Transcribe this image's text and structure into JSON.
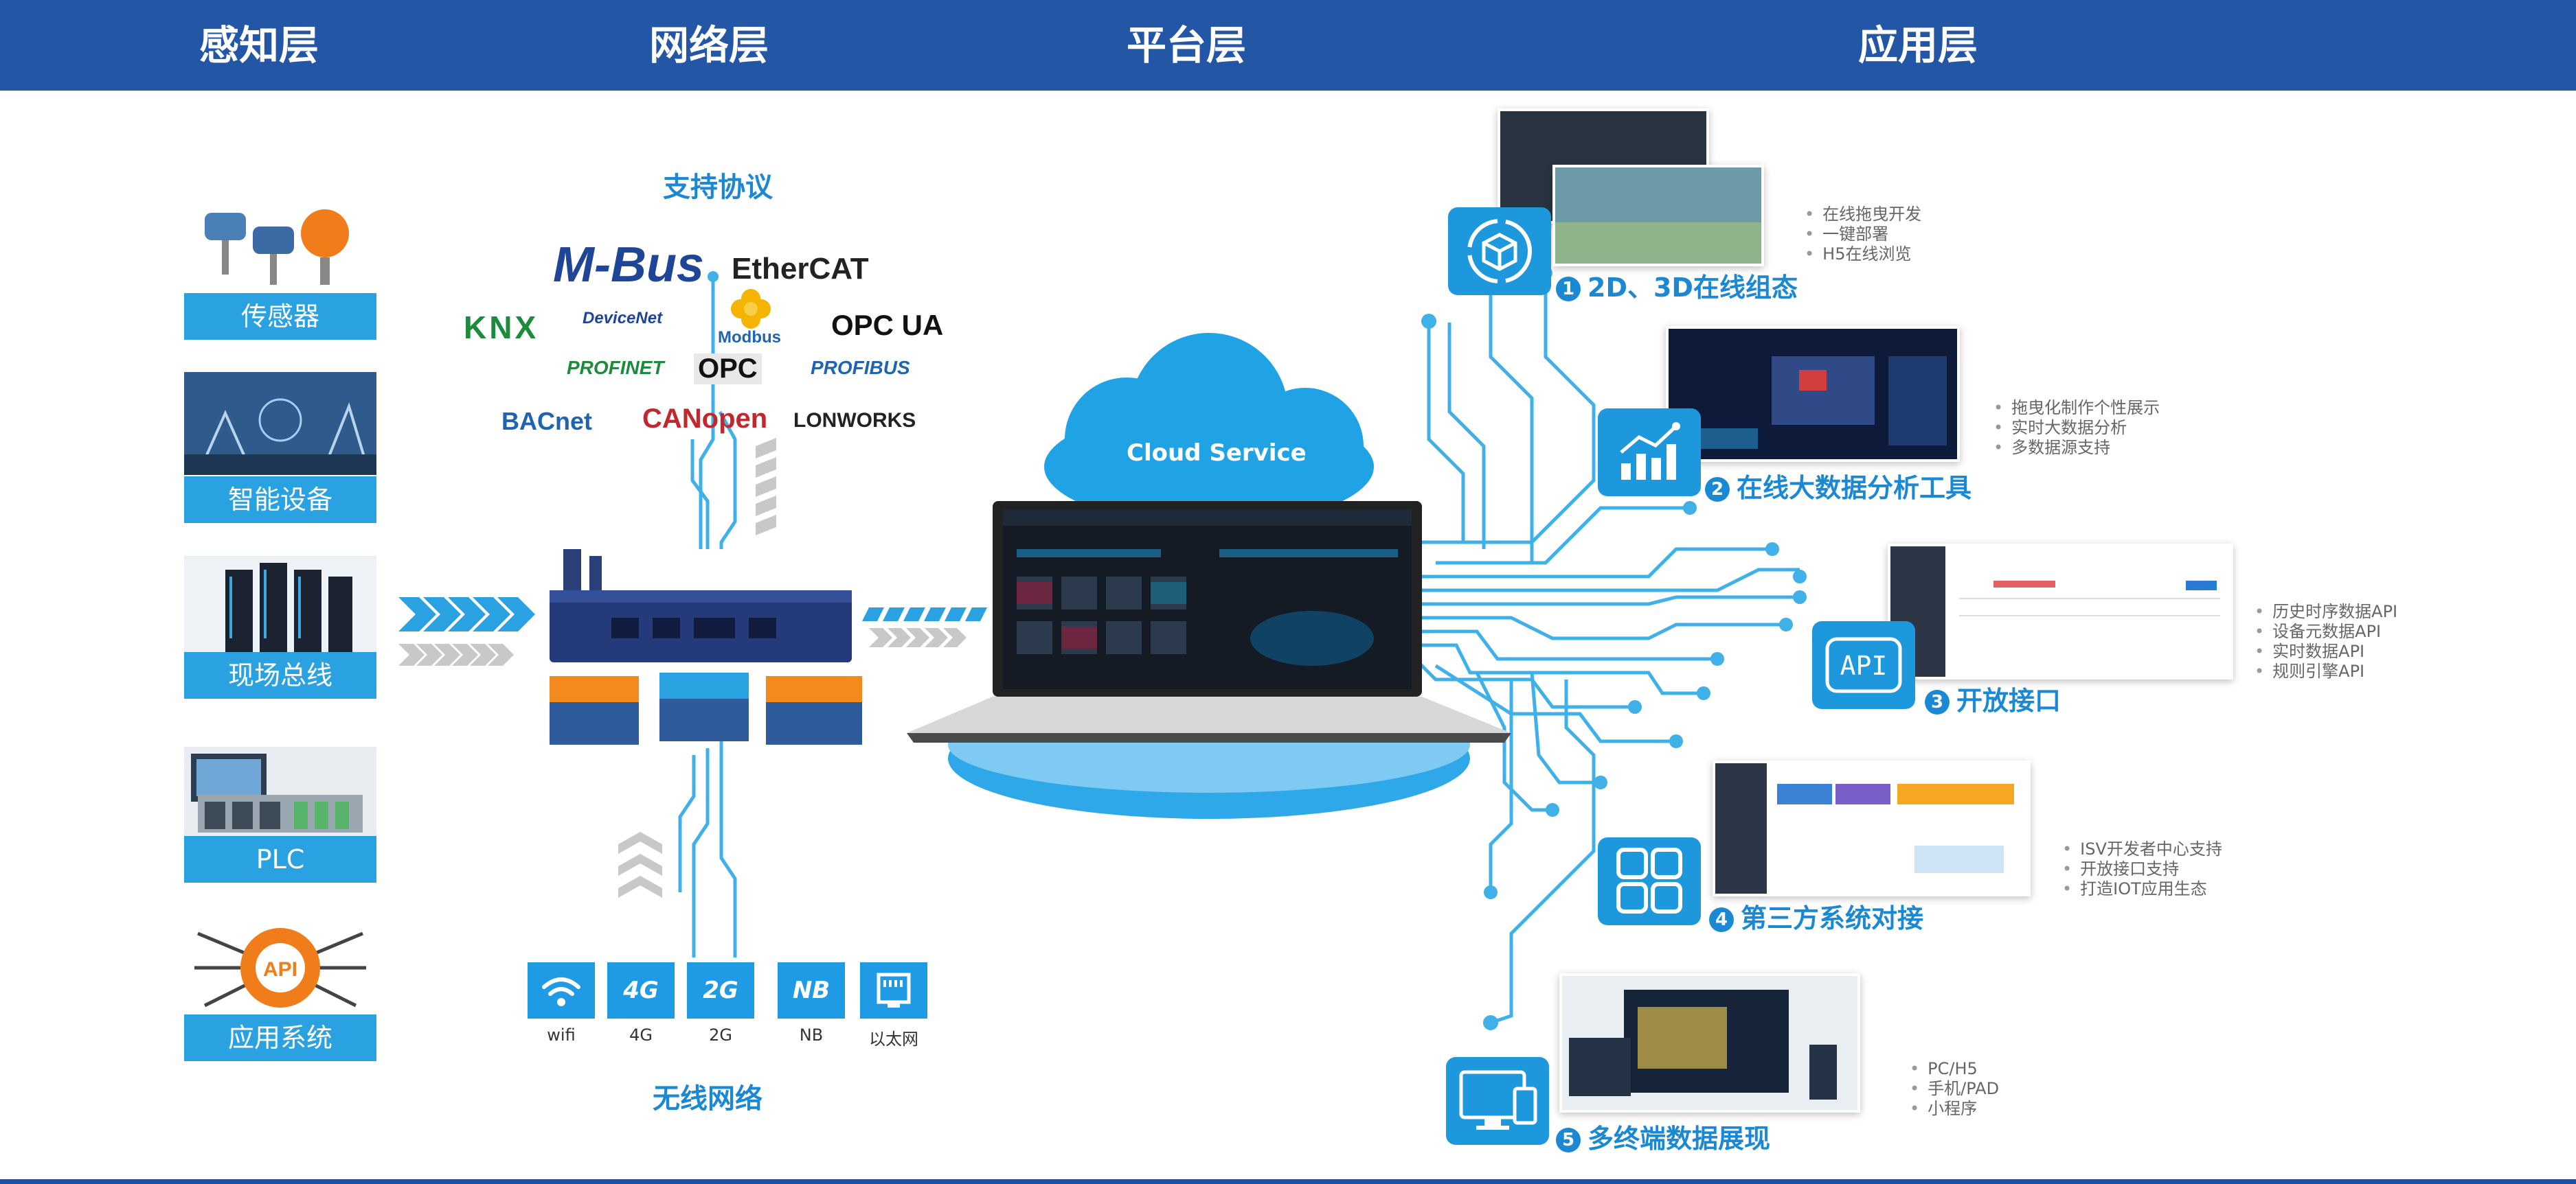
{
  "header": {
    "col1": "感知层",
    "col2": "网络层",
    "col3": "平台层",
    "col4": "应用层"
  },
  "perception": {
    "items": [
      {
        "label": "传感器"
      },
      {
        "label": "智能设备"
      },
      {
        "label": "现场总线"
      },
      {
        "label": "PLC"
      },
      {
        "label": "应用系统"
      }
    ],
    "api_badge": "API"
  },
  "network": {
    "protocols_title": "支持协议",
    "protocols": [
      "M-Bus",
      "EtherCAT",
      "KNX",
      "DeviceNet",
      "Modbus",
      "OPC UA",
      "PROFINET",
      "OPC",
      "PROFIBUS",
      "BACnet",
      "CANopen",
      "LONWORKS"
    ],
    "wireless_title": "无线网络",
    "wireless": [
      {
        "icon": "wifi-icon",
        "label": "wifi",
        "glyph": ""
      },
      {
        "icon": "4g-icon",
        "label": "4G",
        "glyph": "4G"
      },
      {
        "icon": "2g-icon",
        "label": "2G",
        "glyph": "2G"
      },
      {
        "icon": "nb-icon",
        "label": "NB",
        "glyph": "NB"
      },
      {
        "icon": "ethernet-icon",
        "label": "以太网",
        "glyph": ""
      }
    ]
  },
  "platform": {
    "cloud_label": "Cloud Service"
  },
  "apps": [
    {
      "num": "1",
      "title": "2D、3D在线组态",
      "icon": "cube-cycle-icon",
      "bullets": [
        "在线拖曳开发",
        "一键部署",
        "H5在线浏览"
      ]
    },
    {
      "num": "2",
      "title": "在线大数据分析工具",
      "icon": "bar-chart-icon",
      "bullets": [
        "拖曳化制作个性展示",
        "实时大数据分析",
        "多数据源支持"
      ]
    },
    {
      "num": "3",
      "title": "开放接口",
      "icon": "api-icon",
      "icon_text": "API",
      "bullets": [
        "历史时序数据API",
        "设备元数据API",
        "实时数据API",
        "规则引擎API"
      ]
    },
    {
      "num": "4",
      "title": "第三方系统对接",
      "icon": "grid-icon",
      "bullets": [
        "ISV开发者中心支持",
        "开放接口支持",
        "打造IOT应用生态"
      ]
    },
    {
      "num": "5",
      "title": "多终端数据展现",
      "icon": "monitor-icon",
      "bullets": [
        "PC/H5",
        "手机/PAD",
        "小程序"
      ]
    }
  ],
  "colors": {
    "header": "#2456a6",
    "accent": "#1b88d4",
    "label_bg": "#2aa1e0",
    "icon_bg": "#1d98dd"
  }
}
